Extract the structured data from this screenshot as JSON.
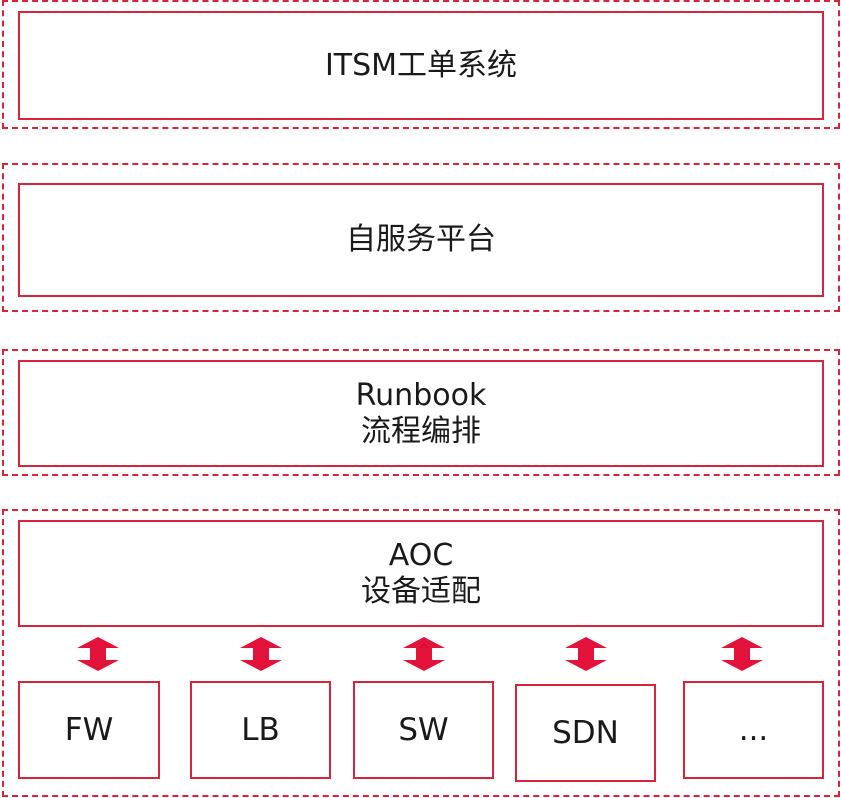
{
  "colors": {
    "accent": "#d6243c",
    "text": "#1a1a1a",
    "background": "#ffffff"
  },
  "layers": {
    "itsm": {
      "title": "ITSM工单系统"
    },
    "self_service": {
      "title": "自服务平台"
    },
    "runbook": {
      "title": "Runbook",
      "subtitle": "流程编排"
    },
    "aoc": {
      "title": "AOC",
      "subtitle": "设备适配"
    }
  },
  "devices": [
    "FW",
    "LB",
    "SW",
    "SDN",
    "..."
  ],
  "connector_icon": "double-headed-vertical-arrow"
}
